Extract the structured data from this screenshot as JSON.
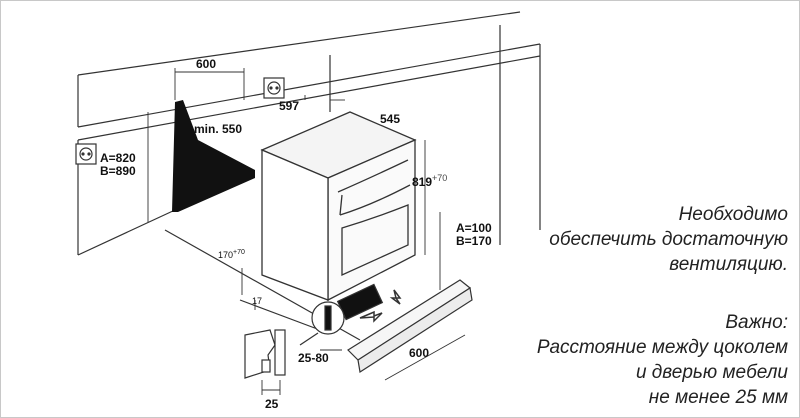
{
  "dimensions": {
    "niche_width": "600",
    "min_depth": "min. 550",
    "niche_depth": "597",
    "appliance_depth": "545",
    "height_a": "A=820",
    "height_b": "B=890",
    "appliance_height": "819",
    "appliance_height_tolerance": "+70",
    "plinth_a": "A=100",
    "plinth_b": "B=170",
    "vent_height": "170",
    "vent_height_tolerance": "+70",
    "bottom_gap": "17",
    "door_gap": "25-80",
    "plinth_width": "600",
    "panel_thickness": "25"
  },
  "notes": {
    "ventilation": [
      "Необходимо",
      "обеспечить достаточную",
      "вентиляцию."
    ],
    "important": [
      "Важно:",
      "Расстояние между цоколем",
      "и дверью мебели",
      "не менее 25 мм"
    ]
  },
  "icons": [
    "power-socket-icon",
    "power-socket-icon"
  ]
}
